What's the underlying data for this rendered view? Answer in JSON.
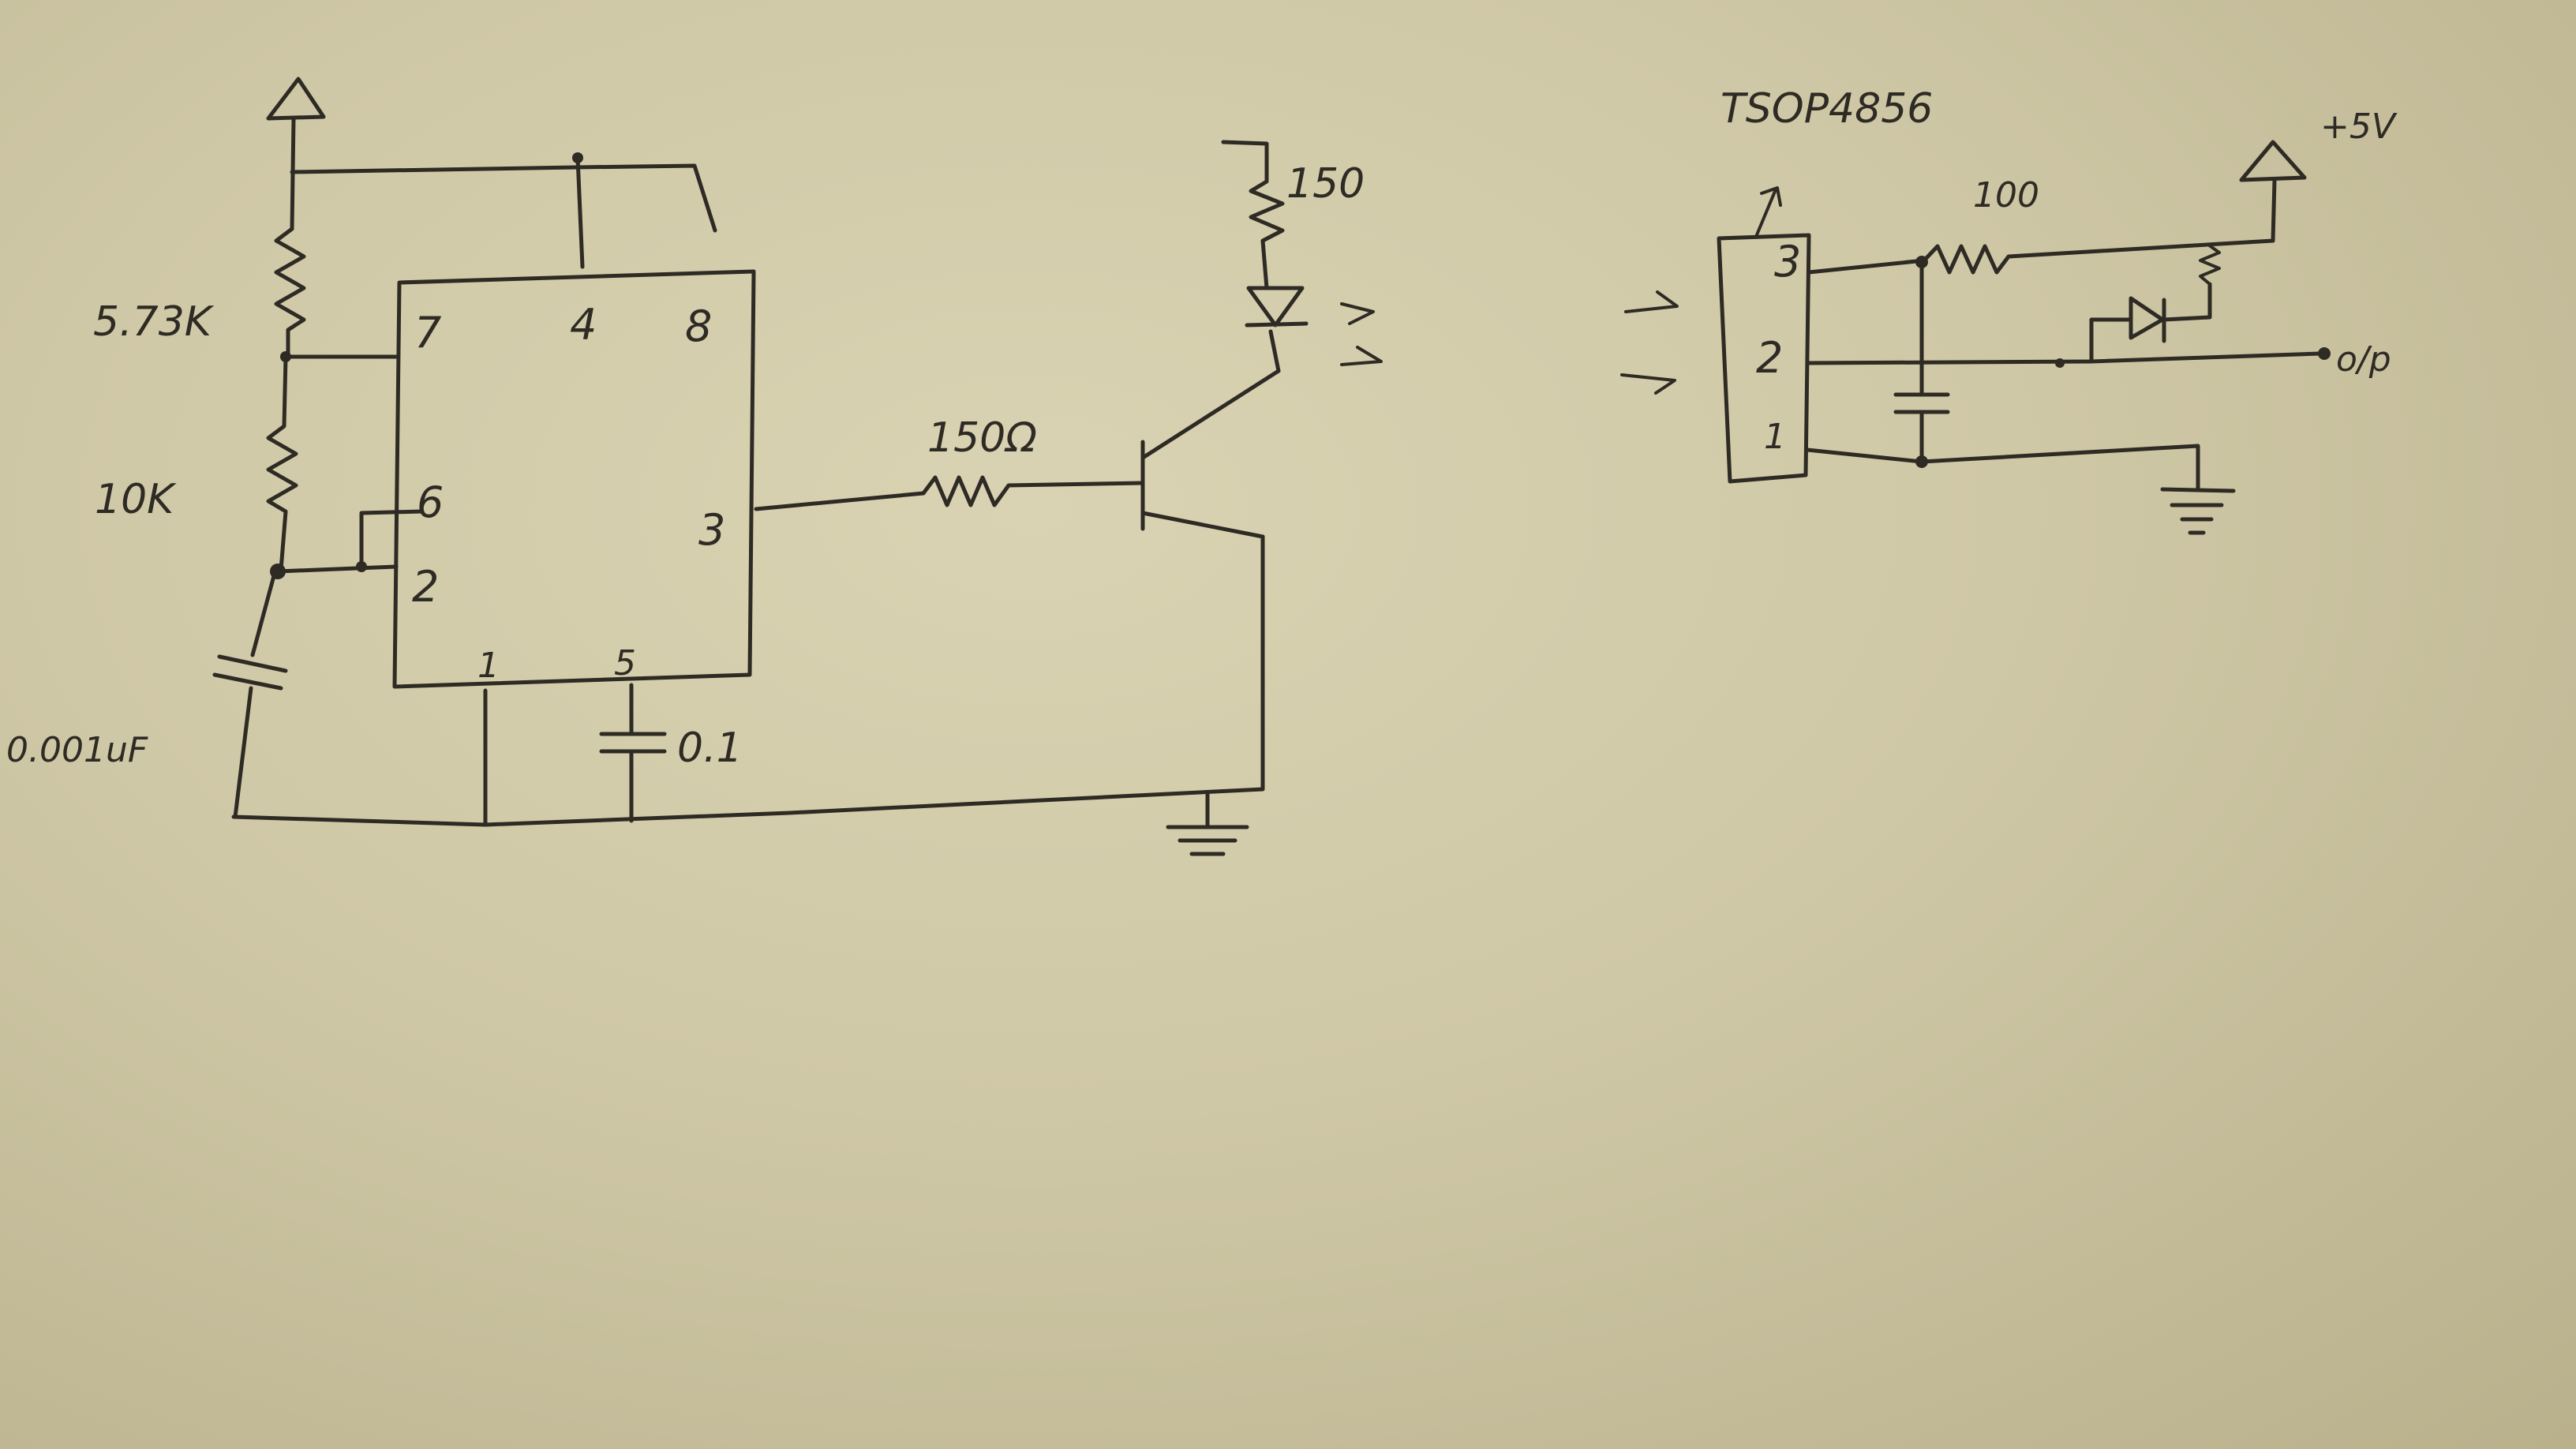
{
  "transmitter": {
    "timer_pins": {
      "p7": "7",
      "p4": "4",
      "p8": "8",
      "p6": "6",
      "p2": "2",
      "p3": "3",
      "p1": "1",
      "p5": "5"
    },
    "r1_label": "5.73K",
    "r2_label": "10K",
    "c_timing_label": "0.001uF",
    "c_control_label": "0.1",
    "r_base_label": "150Ω",
    "r_led_label": "150"
  },
  "receiver": {
    "part_label": "TSOP4856",
    "pins": {
      "p3": "3",
      "p2": "2",
      "p1": "1"
    },
    "r_label": "100",
    "supply_label": "+5V",
    "output_label": "o/p"
  }
}
